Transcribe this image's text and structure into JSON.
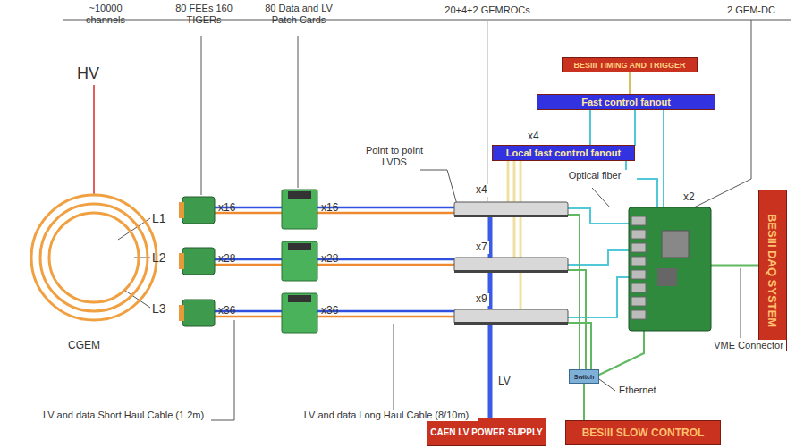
{
  "diagram": {
    "nodes": [
      {
        "text": [
          "BESIII TIMING AND TRIGGER"
        ]
      },
      {
        "text": [
          "Fast control fanout"
        ]
      },
      {
        "text": [
          "Local fast control fanout"
        ]
      },
      {
        "text": [
          "BESIII DAQ SYSTEM"
        ]
      },
      {
        "text": [
          "Switch"
        ]
      },
      {
        "text": [
          "CAEN LV POWER SUPPLY"
        ]
      },
      {
        "text": [
          "BESIII SLOW CONTROL"
        ]
      }
    ],
    "edges": [
      {
        "from": 0,
        "to": 1,
        "arrow": "none"
      },
      {
        "from": 1,
        "to": 2,
        "arrow": "none"
      },
      {
        "from": 4,
        "to": 6,
        "arrow": "none"
      }
    ],
    "labels": [
      "~10000 channels",
      "80 FEEs 160 TIGERs",
      "80 Data and LV Patch Cards",
      "20+4+2 GEMROCs",
      "2 GEM-DC",
      "HV",
      "L1",
      "L2",
      "L3",
      "CGEM",
      "x16",
      "x28",
      "x36",
      "x16",
      "x28",
      "x36",
      "Point to point LVDS",
      "x4",
      "x4",
      "x7",
      "x9",
      "Optical fiber",
      "x2",
      "VME Connector",
      "LV",
      "Ethernet",
      "LV and data Short Haul Cable (1.2m)",
      "LV and data Long Haul Cable (8/10m)"
    ]
  }
}
